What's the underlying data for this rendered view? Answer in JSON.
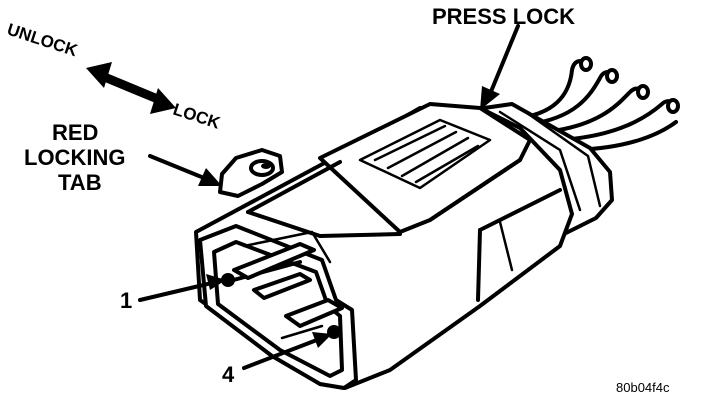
{
  "labels": {
    "press_lock": "PRESS LOCK",
    "unlock": "UNLOCK",
    "lock": "LOCK",
    "red_locking_tab": [
      "RED",
      "LOCKING",
      "TAB"
    ],
    "terminal_1": "1",
    "terminal_4": "4",
    "figure_code": "80b04f4c"
  },
  "colors": {
    "ink": "#000000",
    "paper": "#ffffff"
  },
  "icons": {
    "double_arrow": "double-headed-arrow-icon",
    "pointer_arrow": "leader-arrow-icon"
  }
}
